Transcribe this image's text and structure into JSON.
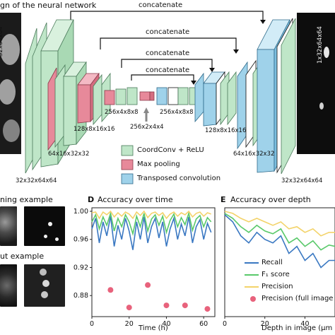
{
  "network": {
    "title_fragment": "gn of the neural network",
    "concat_labels": [
      "concatenate",
      "concatenate",
      "concatenate",
      "concatenate"
    ],
    "dims": {
      "input_fragment": "32x64x64",
      "output_fragment": "1x32x64x64",
      "enc1": "32x32x64x64",
      "enc2": "64x16x32x32",
      "enc3": "128x8x16x16",
      "enc4": "256x4x8x8",
      "bottom": "256x2x4x4",
      "dec4": "256x4x8x8",
      "dec3": "128x8x16x16",
      "dec2": "64x16x32x32",
      "dec1": "32x32x64x64"
    },
    "legend": [
      {
        "label": "CoordConv + ReLU",
        "color": "#bfe6c8"
      },
      {
        "label": "Max pooling",
        "color": "#e7899a"
      },
      {
        "label": "Transposed convolution",
        "color": "#9fd2ea"
      }
    ],
    "colors": {
      "conv": "#bfe6c8",
      "pool": "#e7899a",
      "tconv": "#9fd2ea",
      "edge": "#4a7a5a"
    }
  },
  "bottom_left": {
    "training_fragment": "ning example",
    "output_fragment": "ut example"
  },
  "chart_data": [
    {
      "panel": "D",
      "type": "line",
      "title": "Accuracy over time",
      "xlabel": "Time (h)",
      "ylabel": "",
      "xlim": [
        0,
        66
      ],
      "ylim": [
        0.85,
        1.005
      ],
      "xticks": [
        "0",
        "20",
        "40",
        "60"
      ],
      "yticks": [
        "1.00",
        "0.96",
        "0.92",
        "0.88"
      ],
      "series": [
        {
          "name": "Recall",
          "color": "#3a78c2",
          "x": [
            0,
            2,
            4,
            6,
            8,
            10,
            12,
            14,
            16,
            18,
            20,
            22,
            24,
            26,
            28,
            30,
            32,
            34,
            36,
            38,
            40,
            42,
            44,
            46,
            48,
            50,
            52,
            54,
            56,
            58,
            60,
            62,
            64
          ],
          "values": [
            0.975,
            0.99,
            0.955,
            0.985,
            0.965,
            0.993,
            0.95,
            0.98,
            0.96,
            0.99,
            0.972,
            0.945,
            0.985,
            0.96,
            0.992,
            0.955,
            0.978,
            0.99,
            0.962,
            0.985,
            0.95,
            0.975,
            0.99,
            0.96,
            0.982,
            0.965,
            0.992,
            0.955,
            0.978,
            0.988,
            0.96,
            0.983,
            0.97
          ]
        },
        {
          "name": "F1 score",
          "color": "#59c96a",
          "x": [
            0,
            2,
            4,
            6,
            8,
            10,
            12,
            14,
            16,
            18,
            20,
            22,
            24,
            26,
            28,
            30,
            32,
            34,
            36,
            38,
            40,
            42,
            44,
            46,
            48,
            50,
            52,
            54,
            56,
            58,
            60,
            62,
            64
          ],
          "values": [
            0.985,
            0.995,
            0.975,
            0.992,
            0.98,
            0.997,
            0.972,
            0.99,
            0.978,
            0.995,
            0.985,
            0.968,
            0.993,
            0.978,
            0.997,
            0.972,
            0.989,
            0.995,
            0.98,
            0.993,
            0.97,
            0.987,
            0.996,
            0.978,
            0.991,
            0.981,
            0.997,
            0.973,
            0.989,
            0.994,
            0.978,
            0.991,
            0.985
          ]
        },
        {
          "name": "Precision",
          "color": "#f3d36a",
          "x": [
            0,
            2,
            4,
            6,
            8,
            10,
            12,
            14,
            16,
            18,
            20,
            22,
            24,
            26,
            28,
            30,
            32,
            34,
            36,
            38,
            40,
            42,
            44,
            46,
            48,
            50,
            52,
            54,
            56,
            58,
            60,
            62,
            64
          ],
          "values": [
            0.998,
            0.999,
            0.99,
            0.999,
            0.995,
            1.0,
            0.992,
            0.998,
            0.993,
            0.999,
            0.996,
            0.99,
            0.999,
            0.994,
            1.0,
            0.991,
            0.997,
            0.999,
            0.994,
            0.998,
            0.99,
            0.996,
            0.999,
            0.993,
            0.998,
            0.995,
            1.0,
            0.992,
            0.997,
            0.999,
            0.993,
            0.998,
            0.996
          ]
        },
        {
          "name": "Precision (full image)",
          "color": "#e8627c",
          "marker": "dot",
          "x": [
            10,
            20,
            30,
            40,
            50,
            62
          ],
          "values": [
            0.888,
            0.863,
            0.895,
            0.866,
            0.866,
            0.861
          ]
        }
      ]
    },
    {
      "panel": "E",
      "type": "line",
      "title": "Accuracy over depth",
      "xlabel": "Depth in image (μm",
      "ylabel": "",
      "xlim": [
        0,
        55
      ],
      "ylim": [
        0.85,
        1.005
      ],
      "xticks": [
        "0",
        "20",
        "40"
      ],
      "yticks": [],
      "series": [
        {
          "name": "Recall",
          "color": "#3a78c2",
          "x": [
            0,
            4,
            8,
            12,
            16,
            20,
            24,
            28,
            32,
            36,
            40,
            44,
            48,
            52,
            55
          ],
          "values": [
            0.995,
            0.985,
            0.965,
            0.955,
            0.97,
            0.96,
            0.955,
            0.965,
            0.94,
            0.95,
            0.93,
            0.94,
            0.92,
            0.93,
            0.93
          ]
        },
        {
          "name": "F1 score",
          "color": "#59c96a",
          "x": [
            0,
            4,
            8,
            12,
            16,
            20,
            24,
            28,
            32,
            36,
            40,
            44,
            48,
            52,
            55
          ],
          "values": [
            0.997,
            0.99,
            0.978,
            0.97,
            0.98,
            0.972,
            0.968,
            0.975,
            0.955,
            0.962,
            0.95,
            0.958,
            0.945,
            0.952,
            0.95
          ]
        },
        {
          "name": "Precision",
          "color": "#f3d36a",
          "x": [
            0,
            4,
            8,
            12,
            16,
            20,
            24,
            28,
            32,
            36,
            40,
            44,
            48,
            52,
            55
          ],
          "values": [
            1.0,
            0.997,
            0.99,
            0.985,
            0.99,
            0.985,
            0.98,
            0.985,
            0.975,
            0.978,
            0.97,
            0.975,
            0.965,
            0.97,
            0.97
          ]
        }
      ],
      "legend": [
        {
          "label": "Recall",
          "color": "#3a78c2",
          "kind": "line"
        },
        {
          "label": "F₁ score",
          "color": "#59c96a",
          "kind": "line"
        },
        {
          "label": "Precision",
          "color": "#f3d36a",
          "kind": "line"
        },
        {
          "label": "Precision (full image",
          "color": "#e8627c",
          "kind": "dot"
        }
      ]
    }
  ],
  "panel_letters": {
    "d": "D",
    "e": "E"
  }
}
